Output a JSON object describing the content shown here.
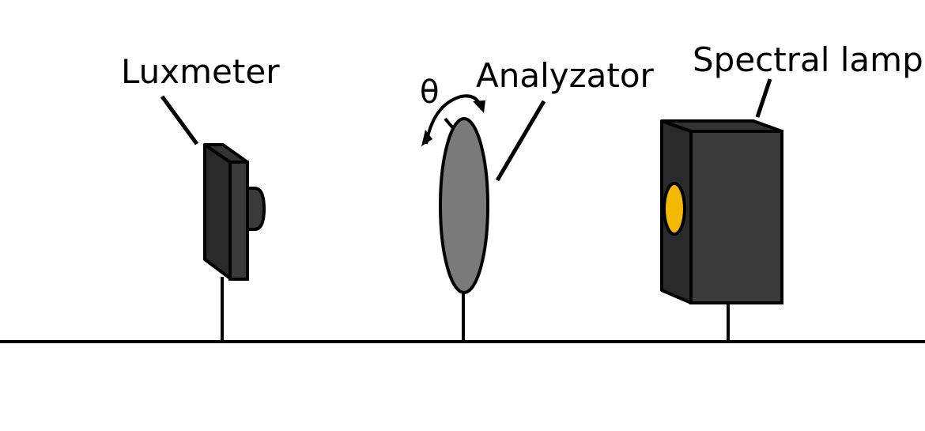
{
  "labels": {
    "luxmeter": "Luxmeter",
    "analyzator": "Analyzator",
    "spectral_lamp": "Spectral lamp",
    "angle_symbol": "θ"
  },
  "colors": {
    "device_body": "#2a2a2a",
    "device_front": "#383838",
    "analyzer_fill": "#7a7a7a",
    "lamp_window": "#f5b800",
    "stroke": "#000000",
    "background": "#ffffff"
  },
  "icons": {
    "rotation_arrow": "curved-double-arrow-icon"
  }
}
